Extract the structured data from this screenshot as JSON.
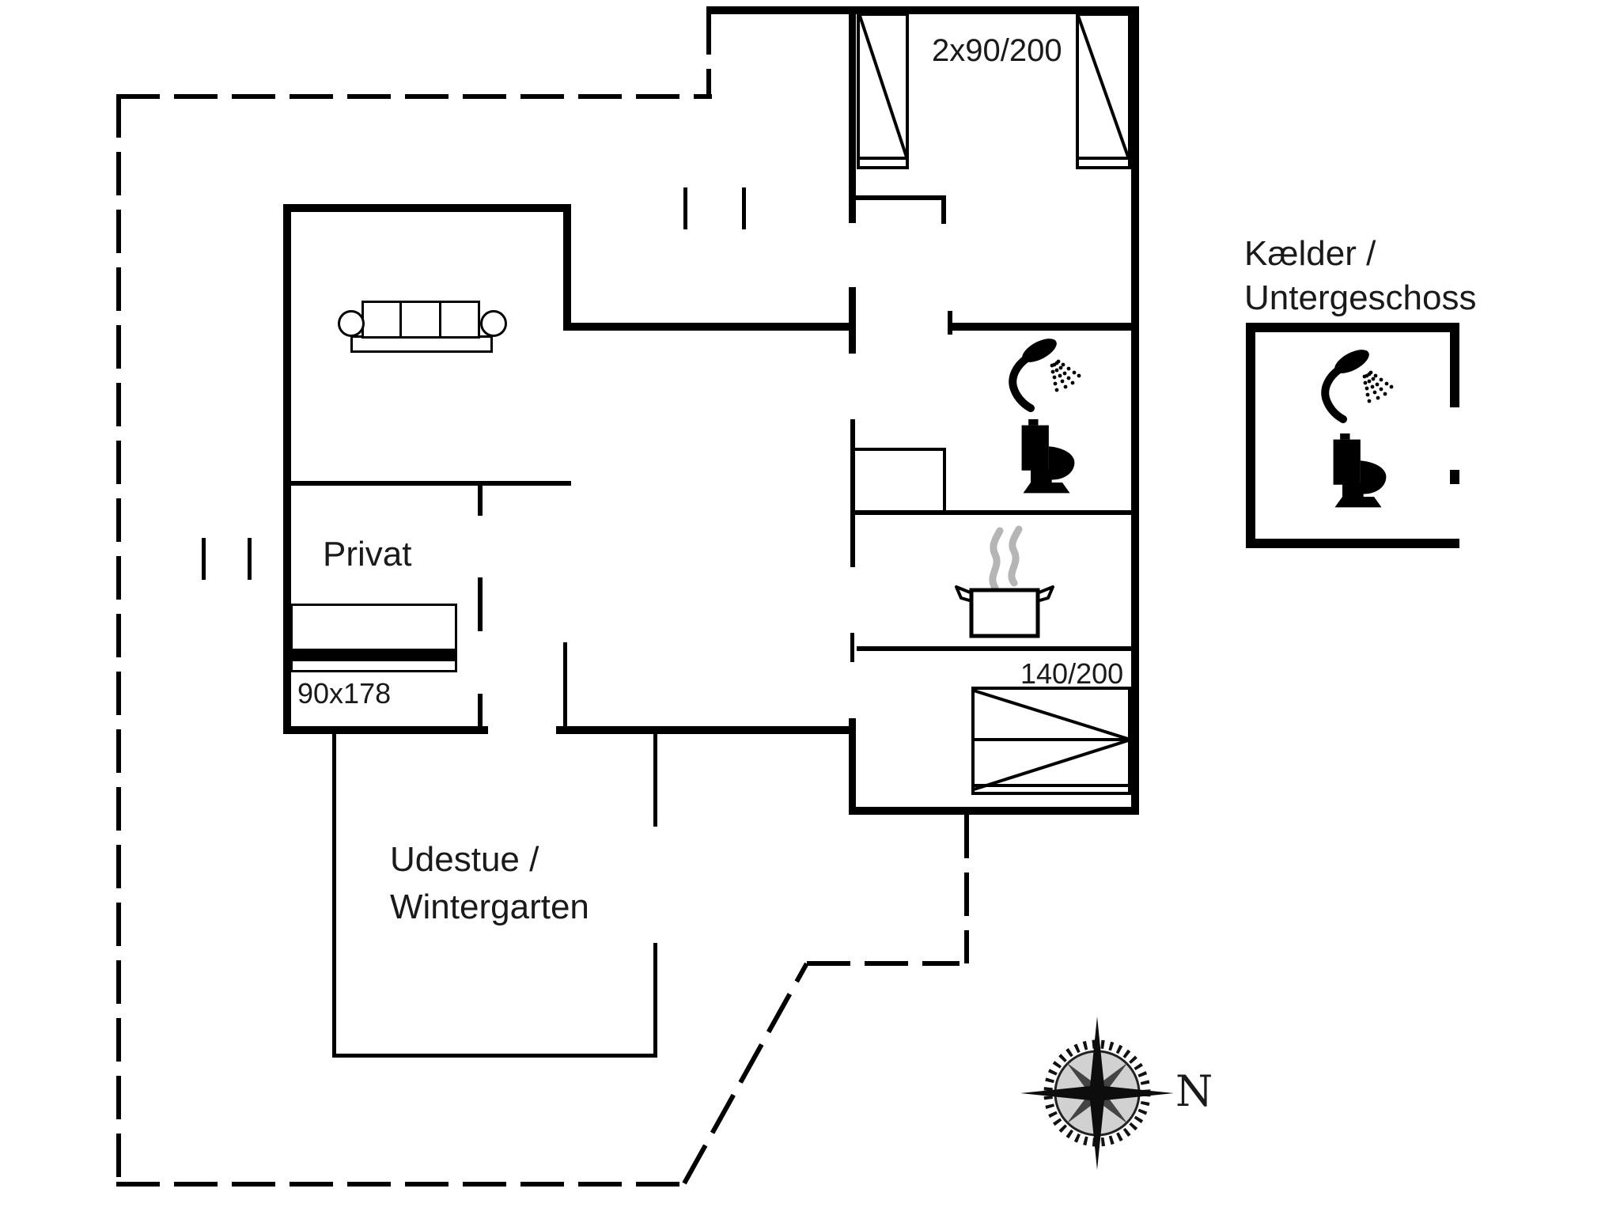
{
  "labels": {
    "top_bedroom_beds": "2x90/200",
    "double_bed": "140/200",
    "privat": "Privat",
    "privat_bed": "90x178",
    "udestue_line1": "Udestue /",
    "udestue_line2": "Wintergarten",
    "basement_line1": "Kælder /",
    "basement_line2": "Untergeschoss",
    "compass_north": "N"
  },
  "icons": {
    "shower": "shower-icon",
    "toilet": "toilet-icon",
    "cooking_pot": "cooking-pot-icon",
    "steam": "steam-icon",
    "sofa": "sofa",
    "compass": "compass-rose-icon"
  },
  "colors": {
    "line": "#000000",
    "steam": "#b5b5b5",
    "compass_accent": "#444444",
    "background": "#ffffff"
  }
}
